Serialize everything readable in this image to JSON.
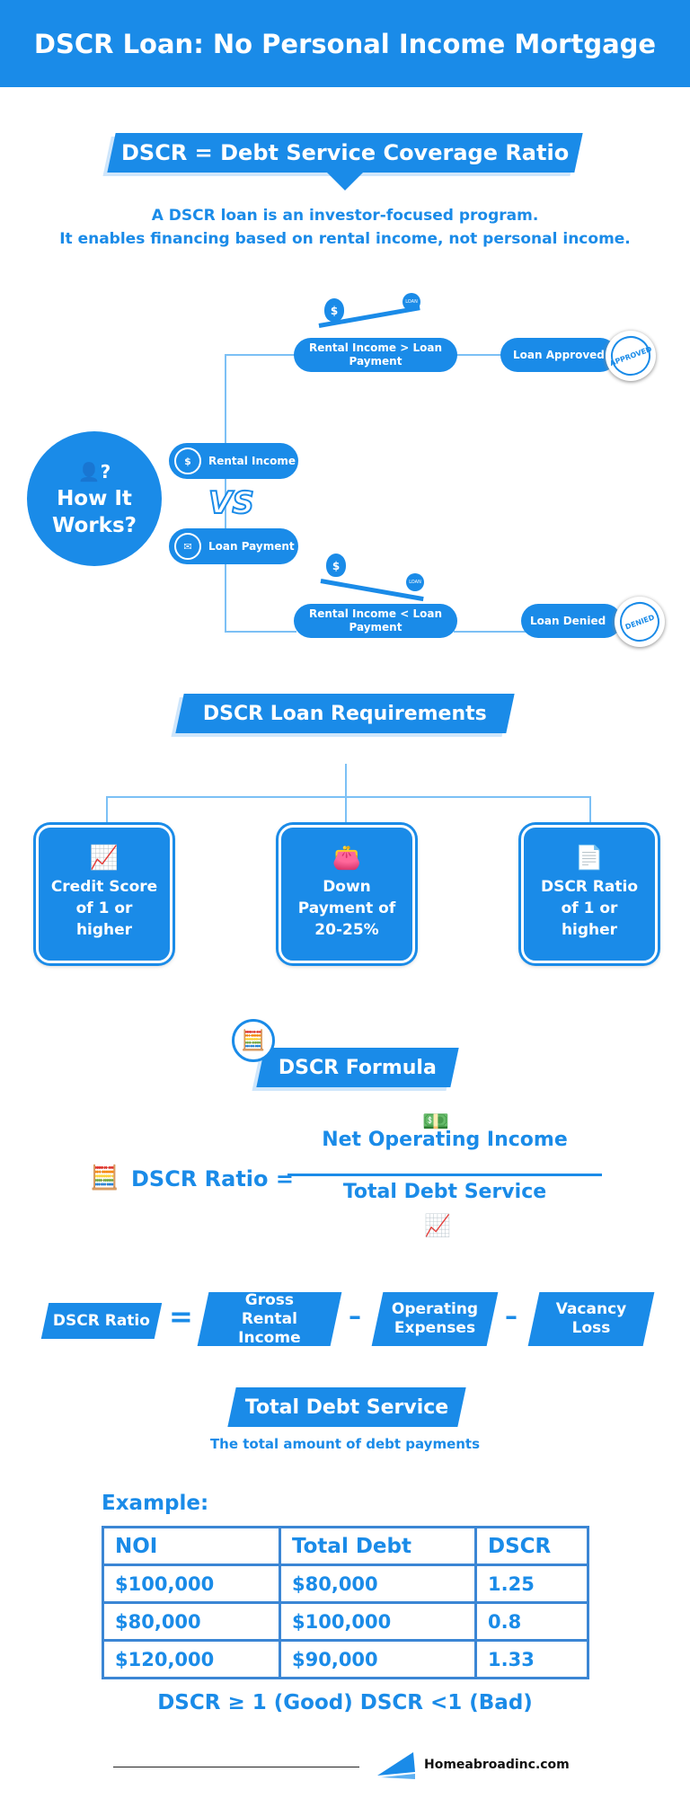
{
  "header": {
    "title": "DSCR Loan: No Personal Income Mortgage"
  },
  "definition": {
    "title": "DSCR = Debt Service Coverage Ratio",
    "line1": "A DSCR loan is an investor-focused program.",
    "line2": "It enables financing based on rental income, not personal income."
  },
  "how": {
    "title": "How It Works?",
    "rental_income": "Rental Income",
    "loan_payment": "Loan Payment",
    "vs": "VS",
    "greater": "Rental Income > Loan Payment",
    "less": "Rental Income < Loan Payment",
    "approved": "Loan Approved",
    "denied": "Loan Denied",
    "stamp_approved": "APPROVED",
    "stamp_denied": "DENIED",
    "loan_coin": "LOAN"
  },
  "requirements": {
    "title": "DSCR Loan Requirements",
    "items": [
      {
        "label": "Credit Score of 1 or higher",
        "icon": "credit-score-icon"
      },
      {
        "label": "Down Payment of 20-25%",
        "icon": "wallet-icon"
      },
      {
        "label": "DSCR Ratio of 1 or higher",
        "icon": "document-money-icon"
      }
    ]
  },
  "formula": {
    "title": "DSCR Formula",
    "lhs": "DSCR Ratio =",
    "numerator": "Net Operating Income",
    "denominator": "Total Debt Service"
  },
  "noi": {
    "lhs": "DSCR Ratio",
    "eq": "=",
    "minus": "–",
    "terms": [
      "Gross Rental Income",
      "Operating Expenses",
      "Vacancy Loss"
    ]
  },
  "tds": {
    "title": "Total Debt Service",
    "subtitle": "The total amount of debt payments"
  },
  "example": {
    "title": "Example:",
    "columns": [
      "NOI",
      "Total Debt",
      "DSCR"
    ],
    "rows": [
      [
        "$100,000",
        "$80,000",
        "1.25"
      ],
      [
        "$80,000",
        "$100,000",
        "0.8"
      ],
      [
        "$120,000",
        "$90,000",
        "1.33"
      ]
    ],
    "note": "DSCR ≥ 1 (Good) DSCR <1 (Bad)"
  },
  "footer": {
    "brand": "Homeabroadinc.com"
  },
  "colors": {
    "brand": "#1a8be8"
  }
}
